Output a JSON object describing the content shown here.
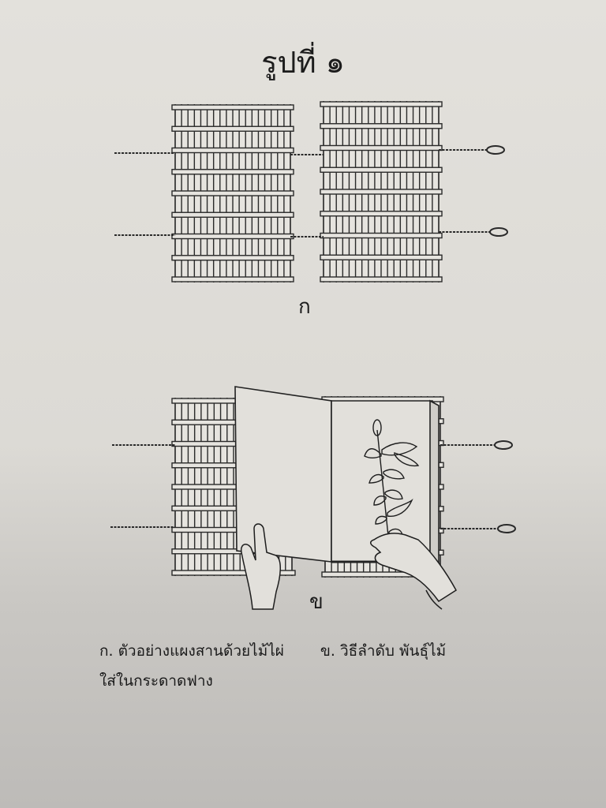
{
  "title": "รูปที่ ๑",
  "figure_a": {
    "label": "ก"
  },
  "figure_b": {
    "label": "ข"
  },
  "caption": {
    "part_a": "ก.  ตัวอย่างแผงสานด้วยไม้ไผ่",
    "part_b": "ข.  วิธีลำดับ พันธุ์ไม้",
    "line2": "ใส่ในกระดาดฟาง"
  },
  "colors": {
    "paper": "#e1dfda",
    "ink": "#1c1c1c"
  }
}
